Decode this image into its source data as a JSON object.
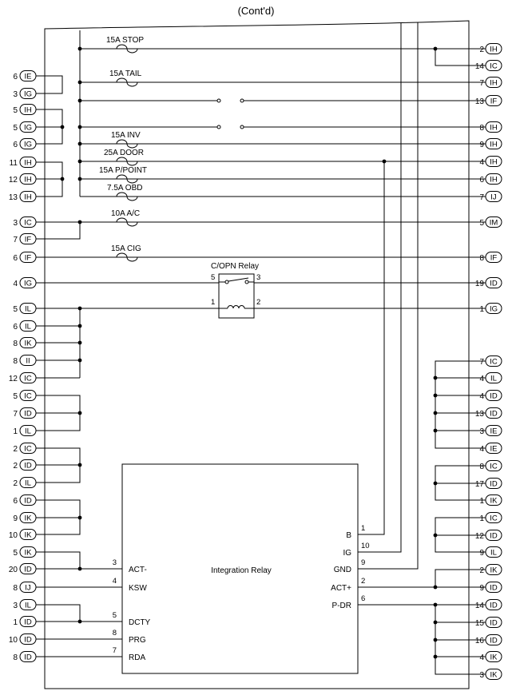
{
  "title": "(Cont'd)",
  "left_connectors": [
    {
      "pin": "6",
      "conn": "IE"
    },
    {
      "pin": "3",
      "conn": "IG"
    },
    {
      "pin": "5",
      "conn": "IH"
    },
    {
      "pin": "5",
      "conn": "IG"
    },
    {
      "pin": "6",
      "conn": "IG"
    },
    {
      "pin": "11",
      "conn": "IH"
    },
    {
      "pin": "12",
      "conn": "IH"
    },
    {
      "pin": "13",
      "conn": "IH"
    },
    {
      "pin": "3",
      "conn": "IC"
    },
    {
      "pin": "7",
      "conn": "IF"
    },
    {
      "pin": "6",
      "conn": "IF"
    },
    {
      "pin": "4",
      "conn": "IG"
    },
    {
      "pin": "5",
      "conn": "IL"
    },
    {
      "pin": "6",
      "conn": "IL"
    },
    {
      "pin": "8",
      "conn": "IK"
    },
    {
      "pin": "8",
      "conn": "II"
    },
    {
      "pin": "12",
      "conn": "IC"
    },
    {
      "pin": "5",
      "conn": "IC"
    },
    {
      "pin": "7",
      "conn": "ID"
    },
    {
      "pin": "1",
      "conn": "IL"
    },
    {
      "pin": "2",
      "conn": "IC"
    },
    {
      "pin": "2",
      "conn": "ID"
    },
    {
      "pin": "2",
      "conn": "IL"
    },
    {
      "pin": "6",
      "conn": "ID"
    },
    {
      "pin": "9",
      "conn": "IK"
    },
    {
      "pin": "10",
      "conn": "IK"
    },
    {
      "pin": "5",
      "conn": "IK"
    },
    {
      "pin": "20",
      "conn": "ID"
    },
    {
      "pin": "8",
      "conn": "IJ"
    },
    {
      "pin": "3",
      "conn": "IL"
    },
    {
      "pin": "1",
      "conn": "ID"
    },
    {
      "pin": "10",
      "conn": "ID"
    },
    {
      "pin": "8",
      "conn": "ID"
    }
  ],
  "right_connectors": [
    {
      "pin": "2",
      "conn": "IH"
    },
    {
      "pin": "14",
      "conn": "IC"
    },
    {
      "pin": "7",
      "conn": "IH"
    },
    {
      "pin": "13",
      "conn": "IF"
    },
    {
      "pin": "8",
      "conn": "IH"
    },
    {
      "pin": "9",
      "conn": "IH"
    },
    {
      "pin": "4",
      "conn": "IH"
    },
    {
      "pin": "6",
      "conn": "IH"
    },
    {
      "pin": "7",
      "conn": "IJ"
    },
    {
      "pin": "5",
      "conn": "IM"
    },
    {
      "pin": "8",
      "conn": "IF"
    },
    {
      "pin": "19",
      "conn": "ID"
    },
    {
      "pin": "1",
      "conn": "IG"
    },
    {
      "pin": "7",
      "conn": "IC"
    },
    {
      "pin": "4",
      "conn": "IL"
    },
    {
      "pin": "4",
      "conn": "ID"
    },
    {
      "pin": "13",
      "conn": "ID"
    },
    {
      "pin": "3",
      "conn": "IE"
    },
    {
      "pin": "4",
      "conn": "IE"
    },
    {
      "pin": "8",
      "conn": "IC"
    },
    {
      "pin": "17",
      "conn": "ID"
    },
    {
      "pin": "1",
      "conn": "IK"
    },
    {
      "pin": "1",
      "conn": "IC"
    },
    {
      "pin": "12",
      "conn": "ID"
    },
    {
      "pin": "9",
      "conn": "IL"
    },
    {
      "pin": "2",
      "conn": "IK"
    },
    {
      "pin": "9",
      "conn": "ID"
    },
    {
      "pin": "14",
      "conn": "ID"
    },
    {
      "pin": "15",
      "conn": "ID"
    },
    {
      "pin": "16",
      "conn": "ID"
    },
    {
      "pin": "4",
      "conn": "IK"
    },
    {
      "pin": "3",
      "conn": "IK"
    }
  ],
  "fuses": [
    "15A STOP",
    "15A TAIL",
    "15A INV",
    "25A DOOR",
    "15A P/POINT",
    "7.5A OBD",
    "10A A/C",
    "15A CIG"
  ],
  "relay": {
    "name": "C/OPN Relay",
    "pins": [
      "5",
      "3",
      "1",
      "2"
    ]
  },
  "integration_relay": {
    "name": "Integration Relay",
    "left_terminals": [
      {
        "pin": "3",
        "label": "ACT-"
      },
      {
        "pin": "4",
        "label": "KSW"
      },
      {
        "pin": "5",
        "label": "DCTY"
      },
      {
        "pin": "8",
        "label": "PRG"
      },
      {
        "pin": "7",
        "label": "RDA"
      }
    ],
    "right_terminals": [
      {
        "pin": "1",
        "label": "B"
      },
      {
        "pin": "10",
        "label": "IG"
      },
      {
        "pin": "9",
        "label": "GND"
      },
      {
        "pin": "2",
        "label": "ACT+"
      },
      {
        "pin": "6",
        "label": "P-DR"
      }
    ]
  }
}
